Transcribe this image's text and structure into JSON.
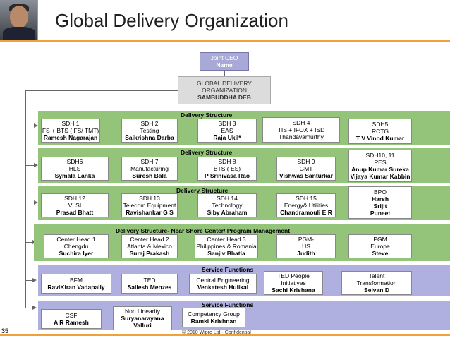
{
  "title": "Global Delivery Organization",
  "page_number": "35",
  "footer": "© 2010 Wipro Ltd  -  Confidential",
  "ceo": {
    "role": "Joint CEO",
    "name": "Name"
  },
  "gdo": {
    "line1": "GLOBAL DELIVERY",
    "line2": "ORGANIZATION",
    "line3": "SAMBUDDHA DEB"
  },
  "bands": {
    "b1": "Delivery Structure",
    "b2": "Delivery Structure",
    "b3": "Delivery Structure",
    "b4": "Delivery Structure- Near Shore Center/ Program Management",
    "b5": "Service Functions",
    "b6": "Service Functions"
  },
  "boxes": {
    "sdh1": {
      "l1": "SDH 1",
      "l2": "FS + BTS ( FS/ TMT)",
      "name": "Ramesh Nagarajan"
    },
    "sdh2": {
      "l1": "SDH 2",
      "l2": "Testing",
      "name": "Saikrishna Darba"
    },
    "sdh3": {
      "l1": "SDH 3",
      "l2": "EAS",
      "name": "Raja Ukil*"
    },
    "sdh4": {
      "l1": "SDH 4",
      "l2": "TIS + IFOX + ISD",
      "name": "Thandavamurthy"
    },
    "sdh5": {
      "l1": "SDH5",
      "l2": "RCTG",
      "name": "T V Vinod Kumar"
    },
    "sdh6": {
      "l1": "SDH6",
      "l2": "HLS",
      "name": "Symala Lanka"
    },
    "sdh7": {
      "l1": "SDH 7",
      "l2": "Manufacturing",
      "name": "Suresh Bala"
    },
    "sdh8": {
      "l1": "SDH 8",
      "l2": "BTS ( ES)",
      "name": "P Srinivasa Rao"
    },
    "sdh9": {
      "l1": "SDH 9",
      "l2": "GMT",
      "name": "Vishwas Santurkar"
    },
    "sdh1011": {
      "l1": "SDH10, 11",
      "l2": "PES",
      "name": "Anup Kumar Sureka",
      "name2": "Vijaya Kumar Kabbin"
    },
    "sdh12": {
      "l1": "SDH 12",
      "l2": "VLSI",
      "name": "Prasad Bhatt"
    },
    "sdh13": {
      "l1": "SDH 13",
      "l2": "Telecom Equipment",
      "name": "Ravishankar G S"
    },
    "sdh14": {
      "l1": "SDH 14",
      "l2": "Technology",
      "name": "Siby Abraham"
    },
    "sdh15": {
      "l1": "SDH 15",
      "l2": "Energy& Utilities",
      "name": "Chandramouli E R"
    },
    "bpo": {
      "l1": "BPO",
      "name": "Harsh",
      "name2": "Srijit",
      "name3": "Puneet"
    },
    "ch1": {
      "l1": "Center Head 1",
      "l2": "Chengdu",
      "name": "Suchira  Iyer"
    },
    "ch2": {
      "l1": "Center Head 2",
      "l2": "Atlanta & Mexico",
      "name": "Suraj Prakash"
    },
    "ch3": {
      "l1": "Center Head 3",
      "l2": "Philippines & Romania",
      "name": "Sanjiv Bhatia"
    },
    "pgm_us": {
      "l1": "PGM-",
      "l2": "US",
      "name": "Judith"
    },
    "pgm_eu": {
      "l1": "PGM",
      "l2": "Europe",
      "name": "Steve"
    },
    "bfm": {
      "l1": "BFM",
      "name": "RaviKiran Vadapally"
    },
    "ted": {
      "l1": "TED",
      "name": "Sailesh Menzes"
    },
    "ce": {
      "l1": "Central Engineering",
      "name": "Venkatesh Hulikal"
    },
    "tedpeople": {
      "l1": "TED People",
      "l2": "Initiatives",
      "name": "Sachi Krishana"
    },
    "talent": {
      "l1": "Talent",
      "l2": "Transformation",
      "name": "Selvan D"
    },
    "csf": {
      "l1": "CSF",
      "name": "A R Ramesh"
    },
    "nonlin": {
      "l1": "Non Linearity",
      "name": "Suryanarayana",
      "name2": "Valluri"
    },
    "compgrp": {
      "l1": "Competency Group",
      "name": "Ramki Krishnan"
    }
  }
}
